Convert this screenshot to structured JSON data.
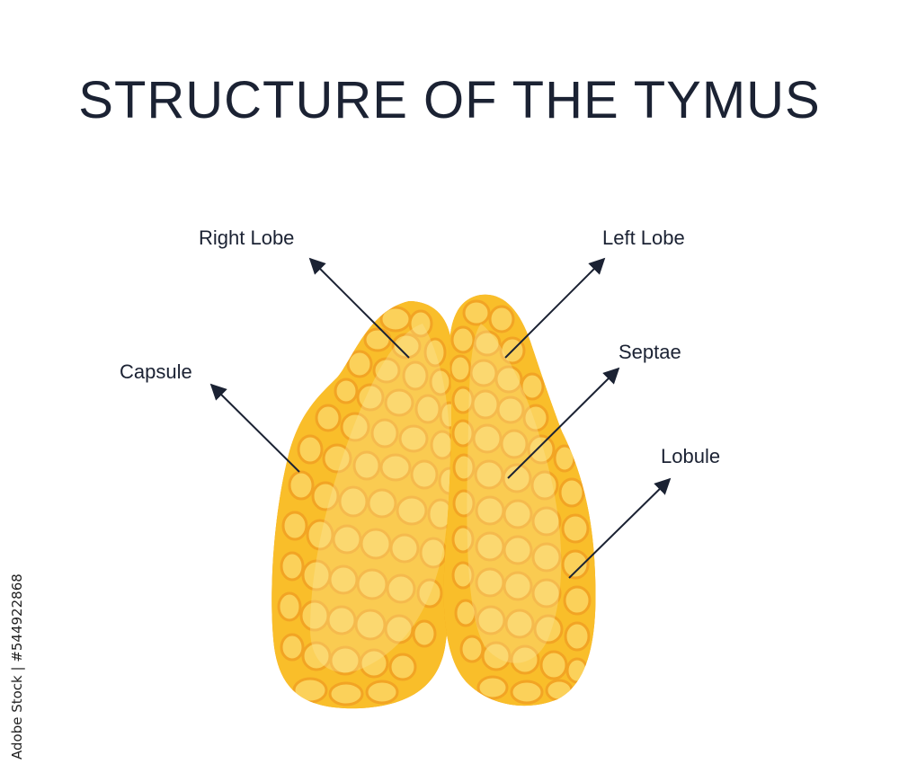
{
  "title": "STRUCTURE OF THE TYMUS",
  "labels": {
    "right_lobe": "Right Lobe",
    "left_lobe": "Left Lobe",
    "capsule": "Capsule",
    "septae": "Septae",
    "lobule": "Lobule"
  },
  "stock_id": "Adobe Stock | #544922868",
  "colors": {
    "capsule_outer": "#F4A21A",
    "lobe_fill": "#F9BE2A",
    "lobule_fill": "#FBD15A",
    "lobule_stroke": "#F2A424",
    "highlight": "#FDE59A",
    "text": "#1b2233",
    "arrow": "#1b2233"
  }
}
